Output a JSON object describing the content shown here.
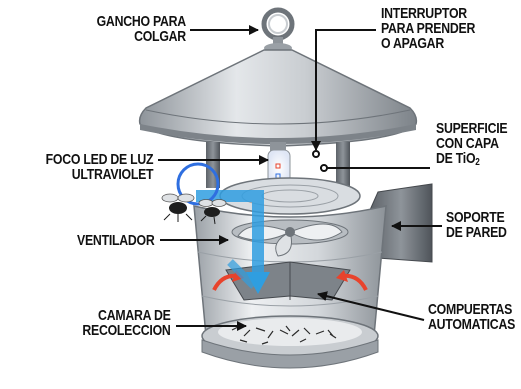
{
  "labels": {
    "hook": [
      "GANCHO PARA",
      "COLGAR"
    ],
    "switch": [
      "INTERRUPTOR",
      "PARA PRENDER",
      "O APAGAR"
    ],
    "tio2": {
      "line1": "SUPERFICIE",
      "line2": "CON CAPA",
      "line3_prefix": "DE TiO",
      "line3_sub": "2"
    },
    "led": [
      "FOCO LED DE LUZ",
      "ULTRAVIOLET"
    ],
    "wall_mount": [
      "SOPORTE",
      "DE PARED"
    ],
    "fan": [
      "VENTILADOR"
    ],
    "chamber": [
      "CAMARA DE",
      "RECOLECCION"
    ],
    "gates": [
      "COMPUERTAS",
      "AUTOMATICAS"
    ]
  },
  "colors": {
    "airflow": "#2f9ee0",
    "rotation_arrows": "#e8432c",
    "uv_glow": "#2f6fe0",
    "leader_lines": "#111111",
    "metal": "#9aa0a6"
  }
}
